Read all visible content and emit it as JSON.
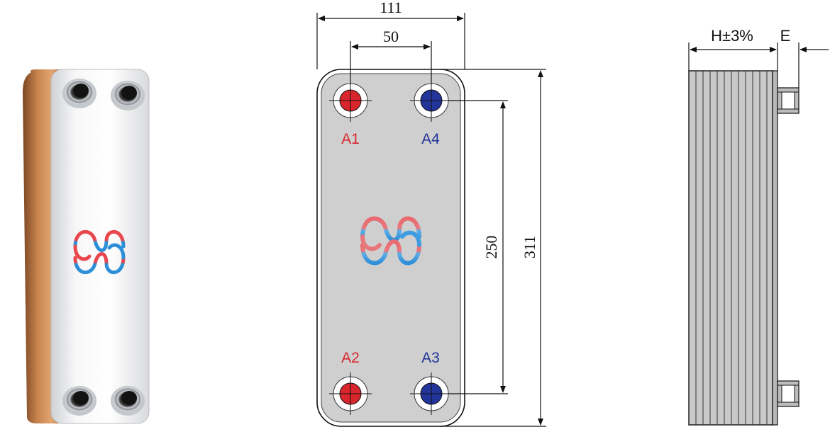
{
  "front_view": {
    "dimensions": {
      "overall_width": "111",
      "port_spacing_horizontal": "50",
      "port_spacing_vertical": "250",
      "overall_height": "311"
    },
    "ports": {
      "a1": "A1",
      "a2": "A2",
      "a3": "A3",
      "a4": "A4"
    }
  },
  "side_view": {
    "thickness_label": "H±3%",
    "connection_label": "E"
  },
  "colors": {
    "hot_port": "#d8262c",
    "cold_port": "#23349a",
    "plate_fill": "#cfcfcf",
    "copper_edge": "#b4703f",
    "logo_red": "#e8474d",
    "logo_blue": "#2d8fd8",
    "port_label_red": "#d8262c",
    "port_label_blue": "#23349a"
  },
  "icons": {
    "product_photo": "brazed-plate-heat-exchanger-photo",
    "logo": "heat-exchange-logo-icon"
  }
}
